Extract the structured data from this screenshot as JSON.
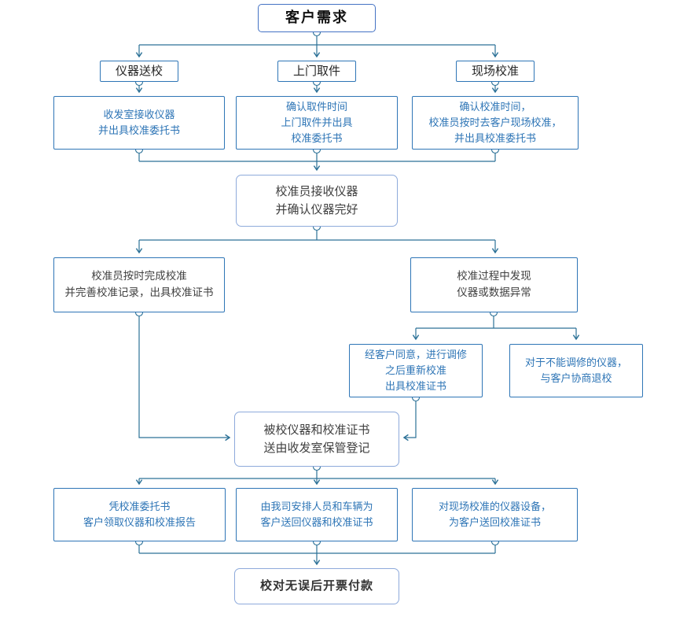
{
  "diagram": {
    "type": "flowchart",
    "title": "客户需求",
    "colors": {
      "box_border_blue": "#2e75b6",
      "box_border_light": "#8eaadb",
      "title_border": "#4472c4",
      "text_blue": "#2e75b6",
      "text_dark": "#404040",
      "connector": "#2c7197",
      "background": "#ffffff"
    },
    "nodes": {
      "customer_demand": {
        "label": "客户需求"
      },
      "instrument_send": {
        "label": "仪器送校"
      },
      "door_pickup": {
        "label": "上门取件"
      },
      "onsite_calibration": {
        "label": "现场校准"
      },
      "mailroom_receive": {
        "label": "收发室接收仪器\n并出具校准委托书"
      },
      "confirm_pickup": {
        "label": "确认取件时间\n上门取件并出具\n校准委托书"
      },
      "confirm_onsite": {
        "label": "确认校准时间，\n校准员按时去客户现场校准，\n并出具校准委托书"
      },
      "calibrator_receive": {
        "label": "校准员接收仪器\n并确认仪器完好"
      },
      "complete_calibration": {
        "label": "校准员按时完成校准\n并完善校准记录，出具校准证书"
      },
      "abnormality_found": {
        "label": "校准过程中发现\n仪器或数据异常"
      },
      "repair_recalibrate": {
        "label": "经客户同意，进行调修\n之后重新校准\n出具校准证书"
      },
      "cannot_repair": {
        "label": "对于不能调修的仪器，\n与客户协商退校"
      },
      "storage_register": {
        "label": "被校仪器和校准证书\n送由收发室保管登记"
      },
      "customer_collect": {
        "label": "凭校准委托书\n客户领取仪器和校准报告"
      },
      "company_return": {
        "label": "由我司安排人员和车辆为\n客户送回仪器和校准证书"
      },
      "onsite_cert_return": {
        "label": "对现场校准的仪器设备，\n为客户送回校准证书"
      },
      "invoice_payment": {
        "label": "校对无误后开票付款"
      }
    },
    "edges": [
      {
        "from": "customer_demand",
        "to": "instrument_send"
      },
      {
        "from": "customer_demand",
        "to": "door_pickup"
      },
      {
        "from": "customer_demand",
        "to": "onsite_calibration"
      },
      {
        "from": "instrument_send",
        "to": "mailroom_receive"
      },
      {
        "from": "door_pickup",
        "to": "confirm_pickup"
      },
      {
        "from": "onsite_calibration",
        "to": "confirm_onsite"
      },
      {
        "from": "mailroom_receive",
        "to": "calibrator_receive"
      },
      {
        "from": "confirm_pickup",
        "to": "calibrator_receive"
      },
      {
        "from": "confirm_onsite",
        "to": "calibrator_receive"
      },
      {
        "from": "calibrator_receive",
        "to": "complete_calibration"
      },
      {
        "from": "calibrator_receive",
        "to": "abnormality_found"
      },
      {
        "from": "abnormality_found",
        "to": "repair_recalibrate"
      },
      {
        "from": "abnormality_found",
        "to": "cannot_repair"
      },
      {
        "from": "complete_calibration",
        "to": "storage_register"
      },
      {
        "from": "repair_recalibrate",
        "to": "storage_register"
      },
      {
        "from": "storage_register",
        "to": "customer_collect"
      },
      {
        "from": "storage_register",
        "to": "company_return"
      },
      {
        "from": "storage_register",
        "to": "onsite_cert_return"
      },
      {
        "from": "customer_collect",
        "to": "invoice_payment"
      },
      {
        "from": "company_return",
        "to": "invoice_payment"
      },
      {
        "from": "onsite_cert_return",
        "to": "invoice_payment"
      }
    ]
  }
}
